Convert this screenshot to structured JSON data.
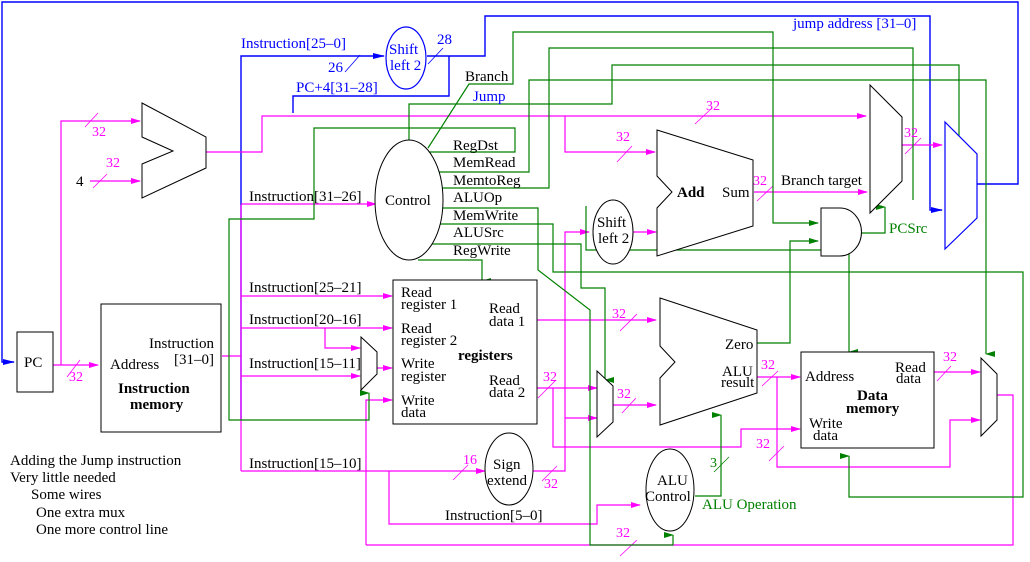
{
  "diagram": {
    "title": "Adding the Jump instruction",
    "notes": [
      "Adding the Jump instruction",
      "Very little needed",
      "Some wires",
      "One extra mux",
      "One more control line"
    ],
    "colors": {
      "data_wire": "#ff00ff",
      "control_wire": "#008000",
      "jump_wire": "#0000ff",
      "component": "#000000"
    },
    "components": {
      "pc": "PC",
      "imem": {
        "address": "Address",
        "instruction": "Instruction",
        "instruction_bits": "[31–0]",
        "title1": "Instruction",
        "title2": "memory"
      },
      "control": "Control",
      "registers": {
        "read_reg1a": "Read",
        "read_reg1b": "register 1",
        "read_reg2a": "Read",
        "read_reg2b": "register 2",
        "write_rega": "Write",
        "write_regb": "register",
        "write_dataa": "Write",
        "write_datab": "data",
        "read_data1a": "Read",
        "read_data1b": "data 1",
        "read_data2a": "Read",
        "read_data2b": "data 2",
        "title": "registers"
      },
      "shift_left_top": {
        "l1": "Shift",
        "l2": "left 2"
      },
      "shift_left_mid": {
        "l1": "Shift",
        "l2": "left 2"
      },
      "adder_branch": {
        "add": "Add",
        "sum": "Sum"
      },
      "alu": {
        "zero": "Zero",
        "result1": "ALU",
        "result2": "result"
      },
      "sign_extend": {
        "l1": "Sign",
        "l2": "extend"
      },
      "alu_control": {
        "l1": "ALU",
        "l2": "Control"
      },
      "dmem": {
        "address": "Address",
        "read1": "Read",
        "read2": "data",
        "write1": "Write",
        "write2": "data",
        "title1": "Data",
        "title2": "memory"
      }
    },
    "labels": {
      "instr_25_0": "Instruction[25–0]",
      "pc4_31_28": "PC+4[31–28]",
      "jump_address": "jump address [31–0]",
      "branch": "Branch",
      "jump": "Jump",
      "instr_31_26": "Instruction[31–26]",
      "instr_25_21": "Instruction[25–21]",
      "instr_20_16": "Instruction[20–16]",
      "instr_15_11": "Instruction[15–11]",
      "instr_15_10": "Instruction[15–10]",
      "instr_5_0": "Instruction[5–0]",
      "branch_target": "Branch target",
      "pcsrc": "PCSrc",
      "alu_operation": "ALU Operation",
      "const4": "4"
    },
    "control_signals": [
      "RegDst",
      "MemRead",
      "MemtoReg",
      "ALUOp",
      "MemWrite",
      "ALUSrc",
      "RegWrite"
    ],
    "bus_widths": {
      "w26": "26",
      "w28": "28",
      "w32": "32",
      "w16": "16",
      "w3": "3"
    }
  }
}
